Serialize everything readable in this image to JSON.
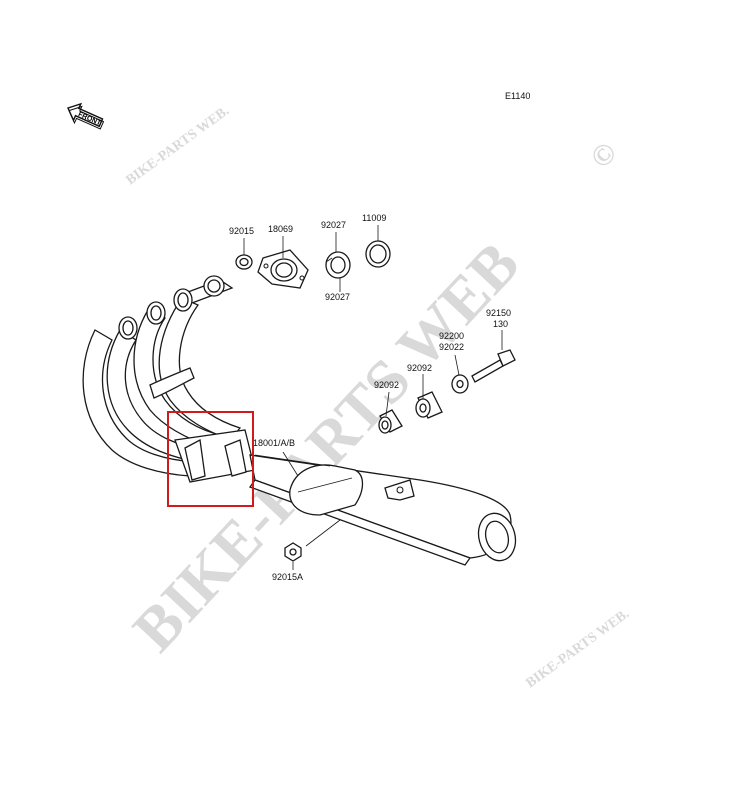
{
  "diagram": {
    "code": "E1140",
    "front_label": "FRONT",
    "highlight_color": "#d11a1a",
    "labels": {
      "p92015": "92015",
      "p18069": "18069",
      "p92027_top": "92027",
      "p92027_bottom": "92027",
      "p11009": "11009",
      "p92150": "92150",
      "p130": "130",
      "p92200": "92200",
      "p92022": "92022",
      "p92092_left": "92092",
      "p92092_right": "92092",
      "p18001": "18001/A/B",
      "p92015A": "92015A"
    },
    "watermarks": {
      "main": "BIKE-PARTS WEB",
      "copyright": "©",
      "small": "BIKE-PARTS WEB."
    }
  }
}
